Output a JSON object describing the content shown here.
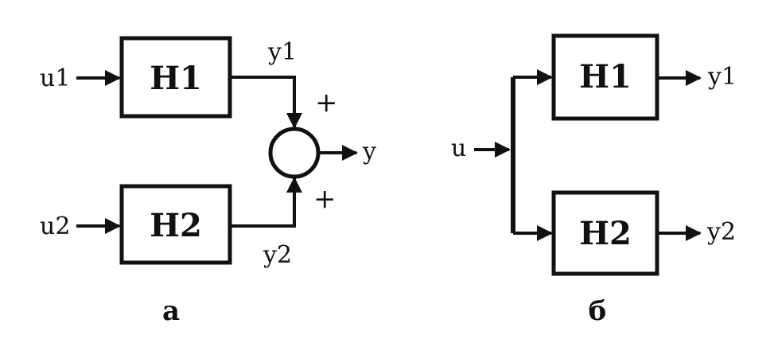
{
  "diagram_a": {
    "caption": "а",
    "inputs": {
      "u1": "u1",
      "u2": "u2"
    },
    "blocks": {
      "h1": "H1",
      "h2": "H2"
    },
    "signals": {
      "y1": "y1",
      "y2": "y2",
      "y": "y"
    },
    "summing_signs": {
      "top": "+",
      "bottom": "+"
    }
  },
  "diagram_b": {
    "caption": "б",
    "input": "u",
    "blocks": {
      "h1": "H1",
      "h2": "H2"
    },
    "outputs": {
      "y1": "y1",
      "y2": "y2"
    }
  },
  "colors": {
    "ink": "#111111",
    "background": "#ffffff"
  }
}
